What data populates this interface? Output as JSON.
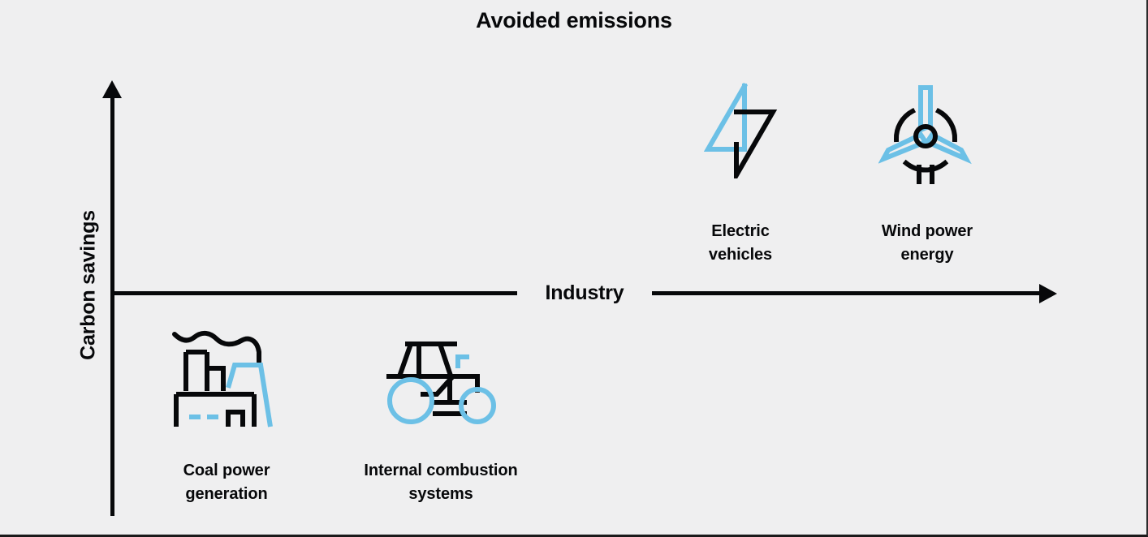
{
  "chart": {
    "title": "Avoided emissions",
    "y_axis_label": "Carbon savings",
    "x_axis_label": "Industry"
  },
  "colors": {
    "background": "#efeff0",
    "ink": "#07080a",
    "accent_blue": "#6cc0e6"
  },
  "chart_data": {
    "type": "scatter",
    "title": "Avoided emissions",
    "xlabel": "Industry",
    "ylabel": "Carbon savings",
    "grid": false,
    "legend": "none",
    "axes_style": "arrow-quadrant",
    "note": "Categorical quadrant diagram: items above the x-axis have positive carbon savings, items below have negative carbon savings.",
    "points": [
      {
        "label": "Electric\nvehicles",
        "label_flat": "Electric vehicles",
        "icon": "lightning-bolt-icon",
        "quadrant": "above-axis",
        "carbon_savings": "positive",
        "x": 0.64,
        "y": 0.62
      },
      {
        "label": "Wind power\nenergy",
        "label_flat": "Wind power energy",
        "icon": "wind-turbine-icon",
        "quadrant": "above-axis",
        "carbon_savings": "positive",
        "x": 0.84,
        "y": 0.62
      },
      {
        "label": "Coal power\ngeneration",
        "label_flat": "Coal power generation",
        "icon": "coal-power-plant-icon",
        "quadrant": "below-axis",
        "carbon_savings": "negative",
        "x": 0.14,
        "y": -0.55
      },
      {
        "label": "Internal combustion\nsystems",
        "label_flat": "Internal combustion systems",
        "icon": "tractor-icon",
        "quadrant": "below-axis",
        "carbon_savings": "negative",
        "x": 0.33,
        "y": -0.55
      }
    ]
  }
}
